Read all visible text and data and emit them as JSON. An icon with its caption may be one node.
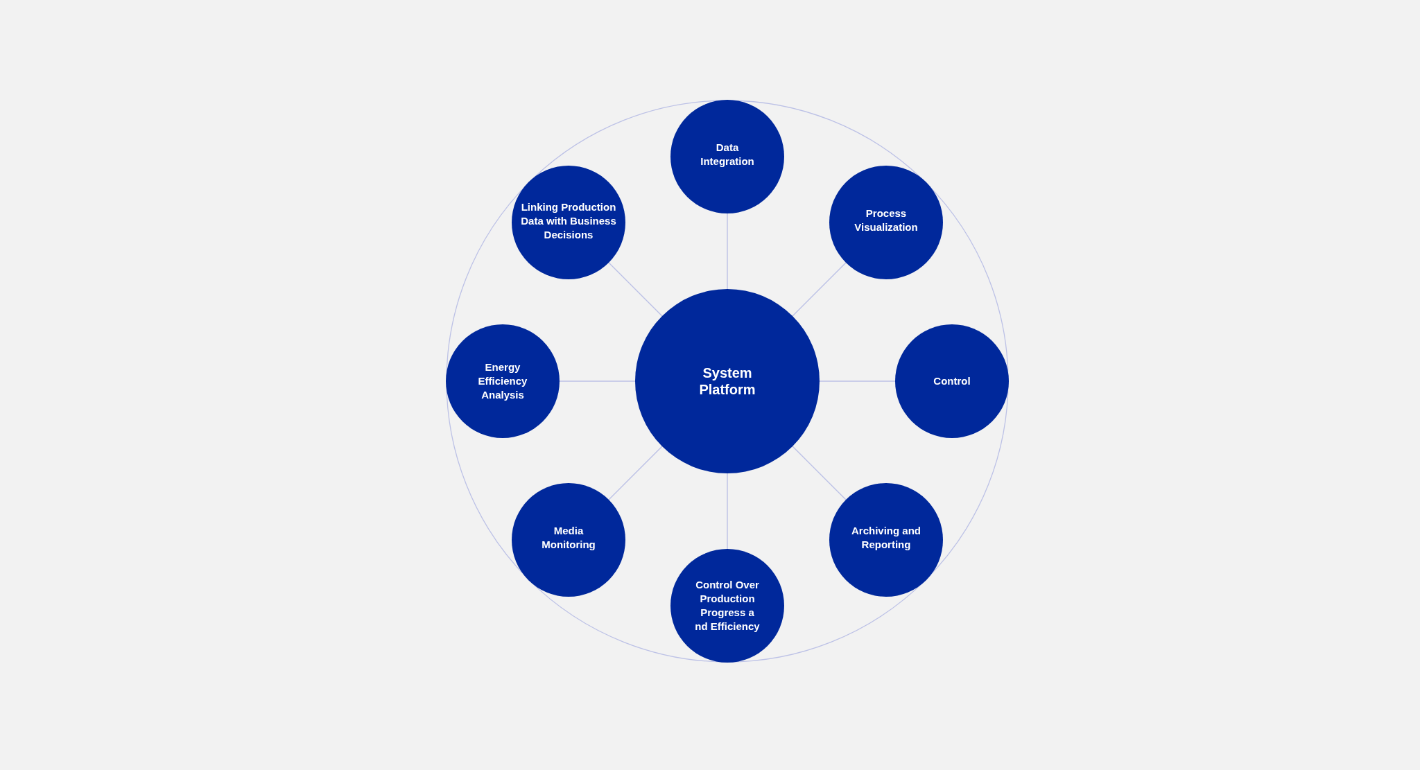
{
  "diagram": {
    "nodes": [
      {
        "text": [
          "System Platform"
        ]
      },
      {
        "text": [
          "Data Integration"
        ]
      },
      {
        "text": [
          "Process Visualization"
        ]
      },
      {
        "text": [
          "Control"
        ]
      },
      {
        "text": [
          "Archiving and Reporting"
        ]
      },
      {
        "text": [
          "Control Over Production Progress a nd Efficiency"
        ]
      },
      {
        "text": [
          "Media Monitoring"
        ]
      },
      {
        "text": [
          "Energy Efficiency Analysis"
        ]
      },
      {
        "text": [
          "Linking Production Data with Business Decisions"
        ]
      }
    ],
    "edges": [
      {
        "from": 0,
        "to": 1,
        "arrow": "none"
      },
      {
        "from": 0,
        "to": 2,
        "arrow": "none"
      },
      {
        "from": 0,
        "to": 3,
        "arrow": "none"
      },
      {
        "from": 0,
        "to": 4,
        "arrow": "none"
      },
      {
        "from": 0,
        "to": 5,
        "arrow": "none"
      },
      {
        "from": 0,
        "to": 6,
        "arrow": "none"
      },
      {
        "from": 0,
        "to": 7,
        "arrow": "none"
      },
      {
        "from": 0,
        "to": 8,
        "arrow": "none"
      }
    ]
  }
}
